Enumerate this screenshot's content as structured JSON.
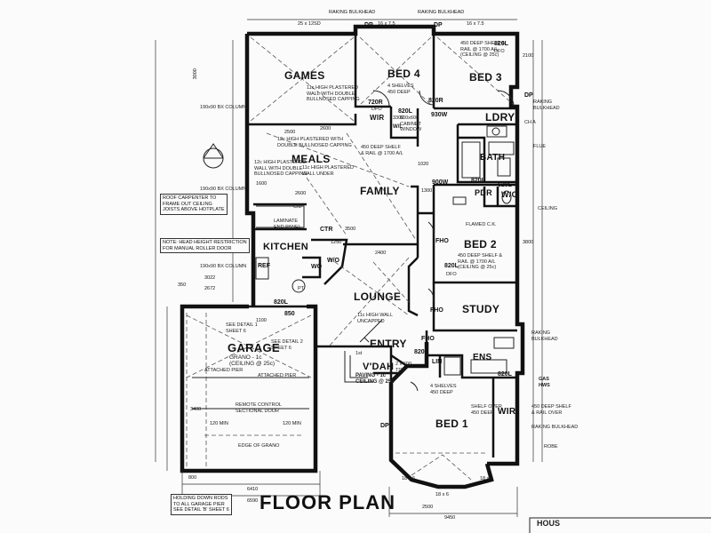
{
  "title": "FLOOR PLAN",
  "rooms": {
    "games": "GAMES",
    "bed4": "BED 4",
    "bed3": "BED 3",
    "ldry": "LDRY",
    "bath": "BATH",
    "meals": "MEALS",
    "family": "FAMILY",
    "pdr": "PDR",
    "wc": "W/C",
    "kitchen": "KITCHEN",
    "bed2": "BED 2",
    "lounge": "LOUNGE",
    "study": "STUDY",
    "garage": "GARAGE",
    "entry": "ENTRY",
    "ens": "ENS",
    "vdah": "V'DAH",
    "bed1": "BED 1",
    "wir1": "WIR",
    "wir4": "WIR"
  },
  "labels": {
    "raking_bulkhead": "RAKING BULKHEAD",
    "bed3_shelf": "450 DEEP SHELF &\nRAIL @ 1700 A/L\n(CEILING @ 25c)",
    "games_note": "11c HIGH PLASTERED\nWALL WITH DOUBLE\nBULLNOSED CAPPING",
    "bed4_shelves": "4 SHELVES\n450 DEEP",
    "meals_note1": "12c HIGH PLASTERED WITH\nDOUBLE BULLNOSED CAPPING",
    "meals_note2": "12c HIGH PLASTERED\nWALL WITH DOUBLE\nBULLNOSED CAPPING",
    "meals_note3": "11c HIGH PLASTERED\nWALL UNDER",
    "family_shelf": "450 DEEP SHELF\n& RAIL @ 1700 A/L",
    "column1": "190x90 BX COLUMN",
    "column2": "190x90 BX COLUMN",
    "column3": "190x90 BX COLUMN",
    "laminate": "LAMINATE\nEND PANEL",
    "roof_carpenter": "ROOF CARPENTER TO\nFRAME OUT CEILING\nJOISTS ABOVE HOTPLATE",
    "head_height": "NOTE: HEAD HEIGHT RESTRICTION\nFOR MANUAL ROLLER DOOR",
    "bed2_shelf": "450 DEEP SHELF &\nRAIL @ 1700 A/L\n(CEILING @ 25c)",
    "lounge_note": "11c HIGH WALL\nUNCAPPED",
    "see_detail_1": "SEE DETAIL 1\nSHEET 6",
    "see_detail_2": "SEE DETAIL 2\nSHEET 6",
    "garage_floor": "GRANO - 1c\n(CEILING @ 25c)",
    "attached_pier": "ATTACHED PIER",
    "attached_pier2": "ATTACHED PIER",
    "remote_door": "REMOTE CONTROL\nSECTIONAL DOOR",
    "edge_of_grano": "EDGE OF GRANO",
    "holding_rods": "HOLDING DOWN RODS\nTO ALL GARAGE PIER\nSEE DETAIL 'B' SHEET 6",
    "vdah_paving": "PAVING - 1c\nCEILING @ 25c",
    "vdah_dims": "2 x 600\nTDS",
    "bed1_shelves": "4 SHELVES\n450 DEEP",
    "wir_shelf": "450 DEEP SHELF\n& RAIL OVER",
    "shelf_over": "SHELF OVER\n450 DEEP",
    "robe": "ROBE",
    "flue": "FLUE",
    "raking_bulkhead_r": "RAKING\nBULKHEAD",
    "raking_bulkhead_r2": "RAKING\nBULKHEAD",
    "raking_bulkhead_r3": "RAKING BULKHEAD",
    "ceiling": "CEILING",
    "gas_hws": "GAS\nHWS",
    "hous": "HOUS",
    "wil": "W/L",
    "dfo": "DFO",
    "dfo2": "DFO",
    "dfo3": "DFO",
    "codes": {
      "c720r": "720R",
      "c820l_1": "820L",
      "c820r": "820R",
      "c820l_2": "820L",
      "c930w": "930W",
      "c820l_3": "820L",
      "c900w": "900W",
      "c620l": "620L",
      "c820l_4": "820L",
      "c820l_5": "820L",
      "c820l_6": "820L",
      "c820l_7": "820L",
      "fho": "FHO",
      "fho2": "FHO",
      "wo": "WO",
      "dp": "DP",
      "dp2": "DP",
      "dp3": "DP",
      "dp4": "DP",
      "ctr": "CTR",
      "lin": "LIN",
      "fho3": "FHO",
      "ref": "REF",
      "wo2": "W/O",
      "c850": "850"
    },
    "extra": {
      "cha": "CH A",
      "cabinet": "600x600\nCABINET\nWINDOW",
      "d1": "3000",
      "d2": "2500",
      "d3": "1600",
      "d4": "2600",
      "d5": "3300",
      "d6": "1020",
      "d7": "1300",
      "d8": "1100",
      "d9": "3500",
      "d10": "2400",
      "d11": "1250",
      "d12": "2600",
      "d13": "3400",
      "d14": "6410",
      "d15": "6590",
      "d16": "800",
      "d17": "120 MIN",
      "d18": "120 MIN",
      "d19": "18 x 6",
      "d20": "18 x 6",
      "d21": "18 x 6",
      "d22": "2500",
      "d23": "9450",
      "d24": "3022",
      "d25": "2672",
      "d26": "350",
      "d27": "2100",
      "d28": "3800"
    },
    "top_dims": {
      "a": "25 x 12SD",
      "b": "16 x 7.5",
      "c": "16 x 7.5"
    },
    "vdah_area": "1st",
    "cd": "C/D",
    "pt": "PT",
    "ck": "FLAMED C.K."
  }
}
